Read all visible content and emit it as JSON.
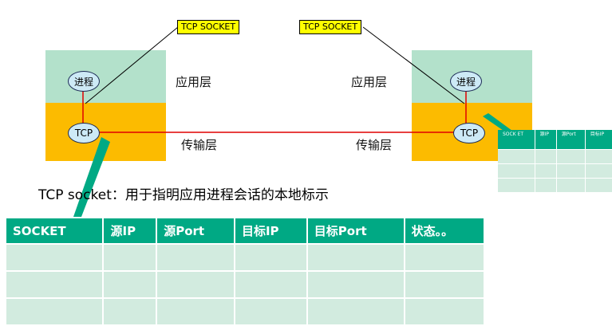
{
  "callouts": {
    "left": "TCP SOCKET",
    "right": "TCP SOCKET"
  },
  "hosts": {
    "left": {
      "process": "进程",
      "transport": "TCP"
    },
    "right": {
      "process": "进程",
      "transport": "TCP"
    }
  },
  "layers": {
    "app_left": "应用层",
    "app_right": "应用层",
    "transport_left": "传输层",
    "transport_right": "传输层"
  },
  "caption": {
    "term": "TCP socket",
    "sep": "：",
    "text": "用于指明应用进程会话的本地标示"
  },
  "socket_table": {
    "headers": [
      "SOCKET",
      "源IP",
      "源Port",
      "目标IP",
      "目标Port",
      "状态。。"
    ],
    "empty_rows": 3
  },
  "mini_table": {
    "headers": [
      "SOCK ET",
      "源IP",
      "源Port",
      "目标IP"
    ],
    "empty_rows": 3
  },
  "colors": {
    "app_band": "#b3e1cb",
    "transport_band": "#fcbb00",
    "header_green": "#00a984",
    "cell_green": "#d2ebdf",
    "link_red": "#e00000",
    "callout_yellow": "#ffff00"
  }
}
